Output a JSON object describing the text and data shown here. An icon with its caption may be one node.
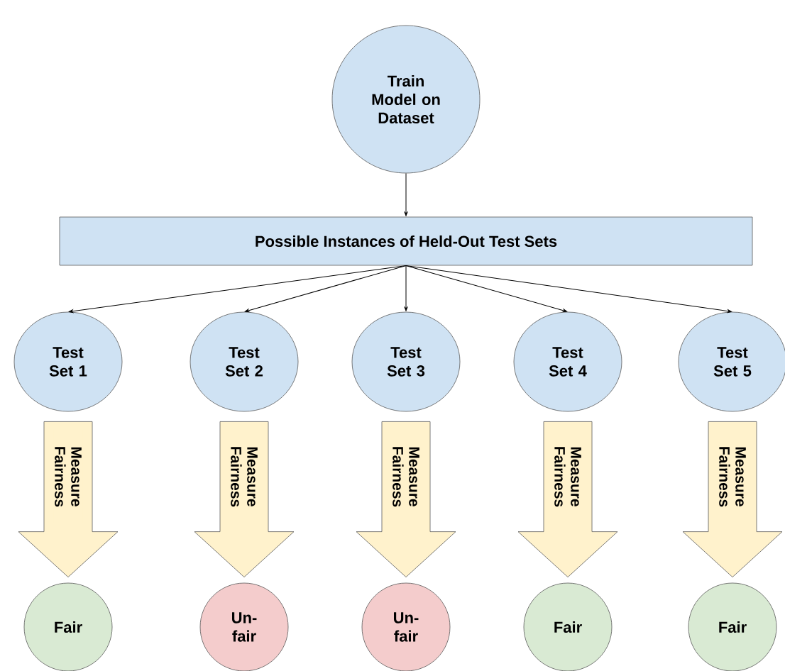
{
  "diagram": {
    "nodes": [
      {
        "text": [
          "Train Model on Dataset"
        ]
      },
      {
        "text": [
          "Possible Instances of Held-Out Test Sets"
        ]
      },
      {
        "text": [
          "Test Set 1"
        ]
      },
      {
        "text": [
          "Test Set 2"
        ]
      },
      {
        "text": [
          "Test Set 3"
        ]
      },
      {
        "text": [
          "Test Set 4"
        ]
      },
      {
        "text": [
          "Test Set 5"
        ]
      },
      {
        "text": [
          "Fair"
        ]
      },
      {
        "text": [
          "Un- fair"
        ]
      },
      {
        "text": [
          "Un- fair"
        ]
      },
      {
        "text": [
          "Fair"
        ]
      },
      {
        "text": [
          "Fair"
        ]
      }
    ],
    "edges": [
      {
        "from": 0,
        "to": 1,
        "arrow": "to"
      },
      {
        "from": 1,
        "to": 2,
        "arrow": "to"
      },
      {
        "from": 1,
        "to": 3,
        "arrow": "to"
      },
      {
        "from": 1,
        "to": 4,
        "arrow": "to"
      },
      {
        "from": 1,
        "to": 5,
        "arrow": "to"
      },
      {
        "from": 1,
        "to": 6,
        "arrow": "to"
      },
      {
        "from": 2,
        "to": 7,
        "arrow": "to",
        "label": "Measure Fairness",
        "style": "thick"
      },
      {
        "from": 3,
        "to": 8,
        "arrow": "to",
        "label": "Measure Fairness",
        "style": "thick"
      },
      {
        "from": 4,
        "to": 9,
        "arrow": "to",
        "label": "Measure Fairness",
        "style": "thick"
      },
      {
        "from": 5,
        "to": 10,
        "arrow": "to",
        "label": "Measure Fairness",
        "style": "thick"
      },
      {
        "from": 6,
        "to": 11,
        "arrow": "to",
        "label": "Measure Fairness",
        "style": "thick"
      }
    ]
  }
}
